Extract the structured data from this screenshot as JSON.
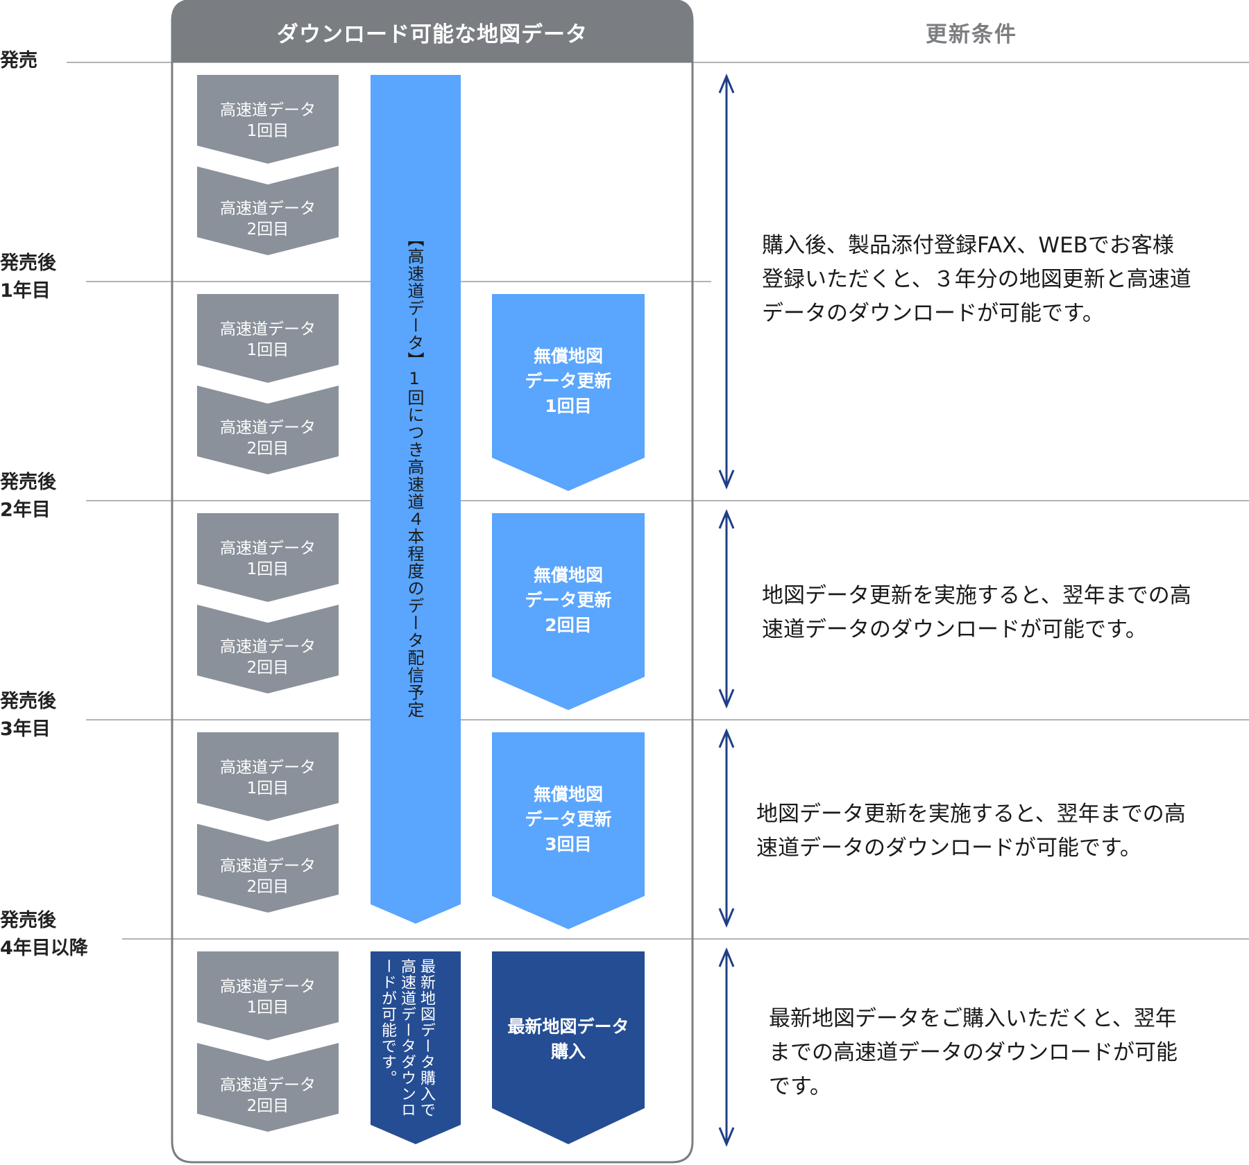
{
  "header": {
    "panel_title": "ダウンロード可能な地図データ",
    "conditions_title": "更新条件"
  },
  "periods": [
    {
      "lines": [
        "発売"
      ]
    },
    {
      "lines": [
        "発売後",
        "1年目"
      ]
    },
    {
      "lines": [
        "発売後",
        "2年目"
      ]
    },
    {
      "lines": [
        "発売後",
        "3年目"
      ]
    },
    {
      "lines": [
        "発売後",
        "4年目以降"
      ]
    }
  ],
  "highway_items": [
    {
      "title": "高速道データ",
      "count": "1回目"
    },
    {
      "title": "高速道データ",
      "count": "2回目"
    }
  ],
  "highway_band_text": "【高速道データ】1回につき高速道４本程度のデータ配信予定",
  "free_updates": [
    {
      "lines": [
        "無償地図",
        "データ更新",
        "1回目"
      ]
    },
    {
      "lines": [
        "無償地図",
        "データ更新",
        "2回目"
      ]
    },
    {
      "lines": [
        "無償地図",
        "データ更新",
        "3回目"
      ]
    }
  ],
  "purchase_band_text": "最新地図データ購入で高速道データダウンロードが可能です。",
  "purchase_box": {
    "lines": [
      "最新地図データ",
      "購入"
    ]
  },
  "conditions": [
    {
      "lines": [
        "購入後、製品添付登録FAX、WEBでお客様",
        "登録いただくと、３年分の地図更新と高速道",
        "データのダウンロードが可能です。"
      ]
    },
    {
      "lines": [
        "地図データ更新を実施すると、翌年までの高",
        "速道データのダウンロードが可能です。"
      ]
    },
    {
      "lines": [
        "地図データ更新を実施すると、翌年までの高",
        "速道データのダウンロードが可能です。"
      ]
    },
    {
      "lines": [
        "最新地図データをご購入いただくと、翌年",
        "までの高速道データのダウンロードが可能",
        "です。"
      ]
    }
  ],
  "colors": {
    "header_gray": "#7a7e82",
    "panel_border": "#7a7e82",
    "highway_gray": "#8a919a",
    "light_blue": "#5aa5fd",
    "dark_blue": "#254d93",
    "arrow_navy": "#1f3f86",
    "line_gray": "#9a9a9a"
  }
}
